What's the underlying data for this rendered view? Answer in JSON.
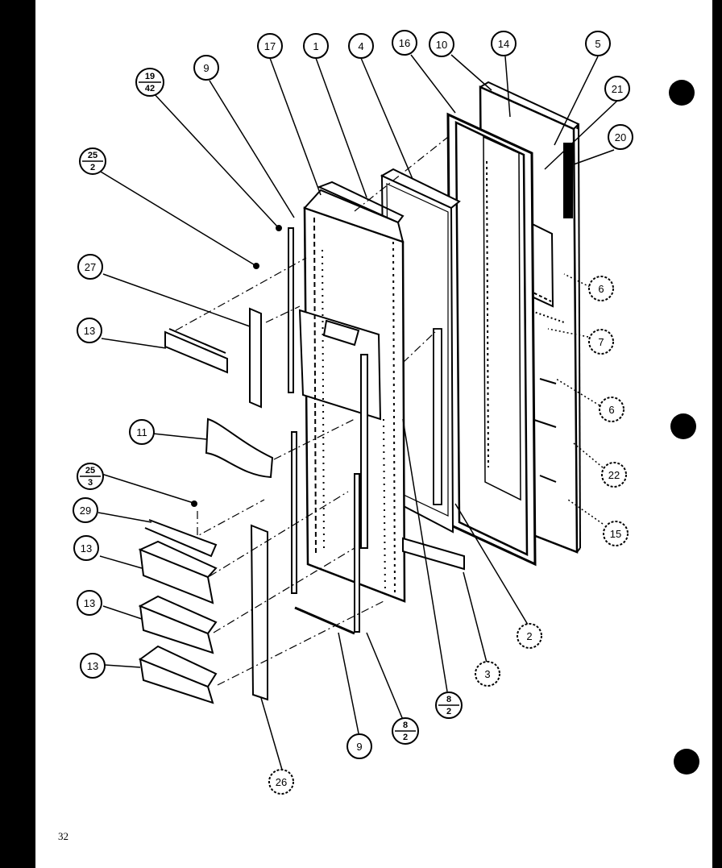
{
  "page_number": "32",
  "callouts": [
    {
      "id": "c17",
      "text": "17"
    },
    {
      "id": "c1",
      "text": "1"
    },
    {
      "id": "c4",
      "text": "4"
    },
    {
      "id": "c16",
      "text": "16"
    },
    {
      "id": "c10",
      "text": "10"
    },
    {
      "id": "c14",
      "text": "14"
    },
    {
      "id": "c5",
      "text": "5"
    },
    {
      "id": "c21",
      "text": "21"
    },
    {
      "id": "c20",
      "text": "20"
    },
    {
      "id": "c9a",
      "text": "9"
    },
    {
      "id": "c27",
      "text": "27"
    },
    {
      "id": "c13a",
      "text": "13"
    },
    {
      "id": "c11",
      "text": "11"
    },
    {
      "id": "c29",
      "text": "29"
    },
    {
      "id": "c13b",
      "text": "13"
    },
    {
      "id": "c13c",
      "text": "13"
    },
    {
      "id": "c13d",
      "text": "13"
    },
    {
      "id": "c26",
      "text": "26"
    },
    {
      "id": "c9b",
      "text": "9"
    },
    {
      "id": "c3",
      "text": "3"
    },
    {
      "id": "c2",
      "text": "2"
    },
    {
      "id": "c6a",
      "text": "6"
    },
    {
      "id": "c7",
      "text": "7"
    },
    {
      "id": "c6b",
      "text": "6"
    },
    {
      "id": "c22",
      "text": "22"
    },
    {
      "id": "c15",
      "text": "15"
    }
  ],
  "fraction_callouts": [
    {
      "id": "f1942",
      "num": "19",
      "den": "42"
    },
    {
      "id": "f252",
      "num": "25",
      "den": "2"
    },
    {
      "id": "f253",
      "num": "25",
      "den": "3"
    },
    {
      "id": "f82a",
      "num": "8",
      "den": "2"
    },
    {
      "id": "f82b",
      "num": "8",
      "den": "2"
    }
  ]
}
